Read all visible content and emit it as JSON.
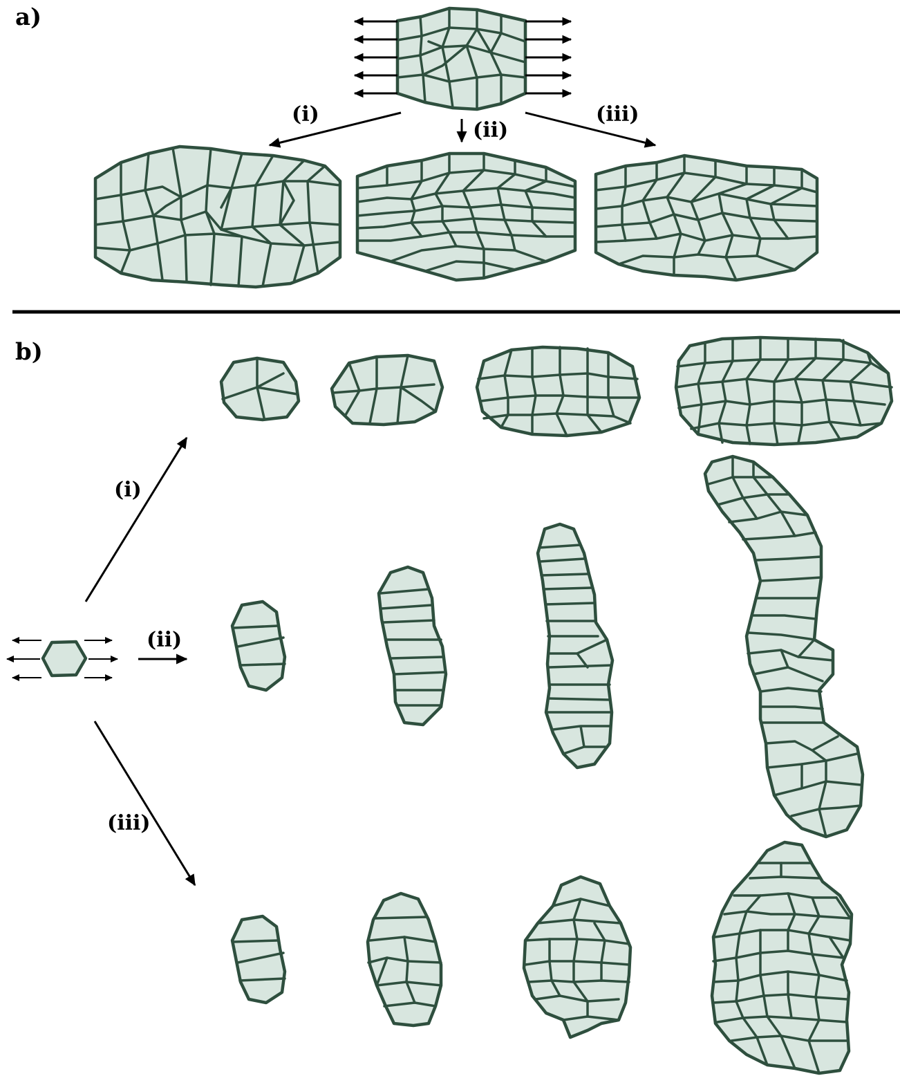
{
  "colors": {
    "cell_fill": "#d8e6df",
    "cell_stroke": "#2e4f3e",
    "arrow": "#000000",
    "divider": "#000000"
  },
  "panel_a": {
    "label": "a)",
    "path_labels": [
      "(i)",
      "(ii)",
      "(iii)"
    ]
  },
  "panel_b": {
    "label": "b)",
    "path_labels": [
      "(i)",
      "(ii)",
      "(iii)"
    ]
  }
}
